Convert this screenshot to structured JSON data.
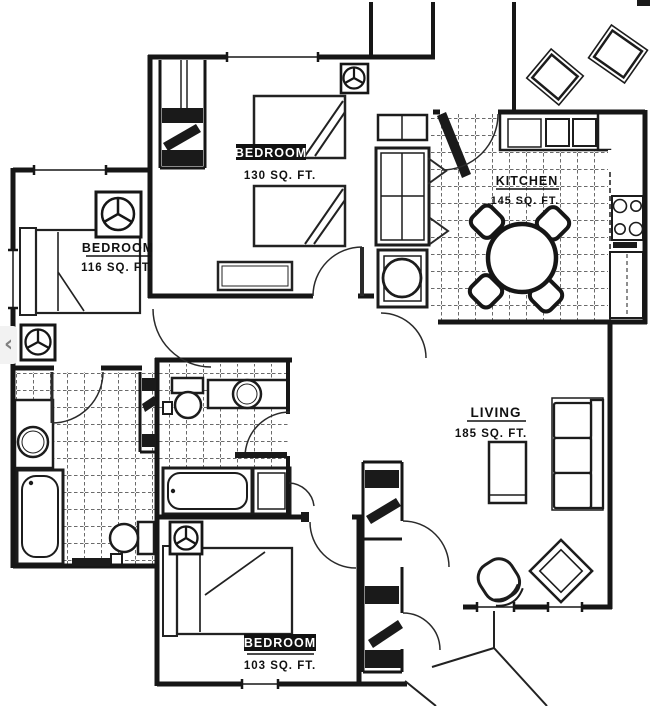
{
  "floor_plan": {
    "rooms": [
      {
        "id": "bedroom-130",
        "label": "BEDROOM",
        "area": "130 SQ. FT."
      },
      {
        "id": "bedroom-116",
        "label": "BEDROOM",
        "area": "116 SQ. FT."
      },
      {
        "id": "kitchen",
        "label": "KITCHEN",
        "area": "145 SQ. FT."
      },
      {
        "id": "living",
        "label": "LIVING",
        "area": "185 SQ. FT."
      },
      {
        "id": "bedroom-103",
        "label": "BEDROOM",
        "area": "103 SQ. FT."
      }
    ],
    "fixture_icons": [
      "ceiling-fan-icon",
      "bathtub",
      "toilet",
      "vanity-sink",
      "water-heater",
      "washer",
      "stove-burners",
      "kitchen-sink",
      "dining-table",
      "dining-chair",
      "sofa",
      "coffee-table",
      "armchair",
      "side-table",
      "patio-chair",
      "bed",
      "dresser",
      "closet-shelves"
    ]
  },
  "ui": {
    "prev_arrow_glyph": "‹"
  },
  "colors": {
    "ink": "#1a1a1a",
    "tile_line": "#666666",
    "label_highlight": "#111111",
    "label_text_on_dark": "#ffffff",
    "carousel_arrow": "#808080",
    "carousel_arrow_bg": "#f2f2f2",
    "paper": "#ffffff"
  }
}
